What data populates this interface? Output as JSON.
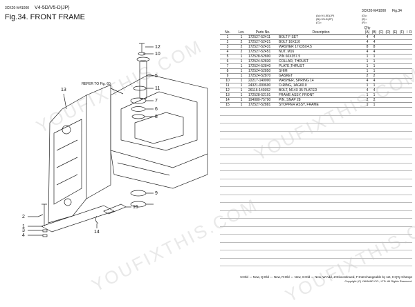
{
  "header": {
    "code": "3CK20-M41000",
    "model": "V4-5D/V5-D(JP)",
    "title": "Fig.34.  FRONT FRAME",
    "right_code": "3CK20-M41000",
    "right_fig": "Fig.34"
  },
  "legend": {
    "left": [
      "(A)=V4-5D(JP)",
      "(B)=V5-D(JP)",
      "(C)="
    ],
    "right": [
      "(D)=",
      "(E)=",
      "(F)="
    ]
  },
  "table": {
    "headers": [
      "No.",
      "Lev.",
      "Parts No.",
      "Description",
      "Q'ty",
      "I",
      "R"
    ],
    "qty_columns": [
      "(A)",
      "(B)",
      "(C)",
      "(D)",
      "(E)",
      "(F)"
    ],
    "rows": [
      {
        "no": "1",
        "lev": "1",
        "part": "172527-52411",
        "desc": "BOLT F SET",
        "a": "4",
        "b": "4"
      },
      {
        "no": "2",
        "lev": "2",
        "part": "172527-52421",
        "desc": "BOLT 16X110",
        "a": "4",
        "b": "4"
      },
      {
        "no": "3",
        "lev": "2",
        "part": "172527-52431",
        "desc": "WASHER 17X35X4.5",
        "a": "8",
        "b": "8"
      },
      {
        "no": "4",
        "lev": "2",
        "part": "172527-52451",
        "desc": "NUT, M16",
        "a": "4",
        "b": "4"
      },
      {
        "no": "5",
        "lev": "1",
        "part": "172528-52800",
        "desc": "PIN 60X357.5",
        "a": "1",
        "b": "1"
      },
      {
        "no": "6",
        "lev": "1",
        "part": "172524-52830",
        "desc": "COLLAR, THRUST",
        "a": "1",
        "b": "1"
      },
      {
        "no": "7",
        "lev": "1",
        "part": "172524-52840",
        "desc": "PLATE,THRUST",
        "a": "1",
        "b": "1"
      },
      {
        "no": "8",
        "lev": "1",
        "part": "172524-52850",
        "desc": "SHIM",
        "a": "1",
        "b": "1"
      },
      {
        "no": "9",
        "lev": "1",
        "part": "172524-52870",
        "desc": "GASKET",
        "a": "2",
        "b": "2"
      },
      {
        "no": "10",
        "lev": "1",
        "part": "22217-140000",
        "desc": "WASHER, SPRING 14",
        "a": "4",
        "b": "4"
      },
      {
        "no": "11",
        "lev": "1",
        "part": "24321-000600",
        "desc": "O-RING, 1AG60.0",
        "a": "1",
        "b": "1"
      },
      {
        "no": "12",
        "lev": "1",
        "part": "26116-140352",
        "desc": "BOLT, M14X 35 PLATED",
        "a": "4",
        "b": "4"
      },
      {
        "no": "13",
        "lev": "1",
        "part": "172528-52101",
        "desc": "FRAME ASSY, FRONT",
        "a": "1",
        "b": "1"
      },
      {
        "no": "14",
        "lev": "1",
        "part": "194080-75790",
        "desc": "PIN, SNAP 28",
        "a": "2",
        "b": "2"
      },
      {
        "no": "15",
        "lev": "1",
        "part": "172527-52881",
        "desc": "STOPPER ASSY, FRAME",
        "a": "1",
        "b": "1"
      }
    ]
  },
  "diagram": {
    "refer_label": "REFER TO Fig. 60",
    "callouts": [
      "12",
      "10",
      "5",
      "11",
      "7",
      "6",
      "8",
      "9",
      "15",
      "13",
      "2",
      "1",
      "3",
      "4",
      "14"
    ]
  },
  "footer": {
    "legend": "N:Old ⇔ New, Q:Old ⇔ New, R:Old ⇔ New, S:Old ⇔ New, W:Add, Z:Discontinued, F:Interchangeable by set, K:Q'ty Change",
    "copyright": "Copyright (C)  YANMAR CO., LTD. All Rights Reserved."
  },
  "watermark": "YOUFIXTHIS.COM"
}
